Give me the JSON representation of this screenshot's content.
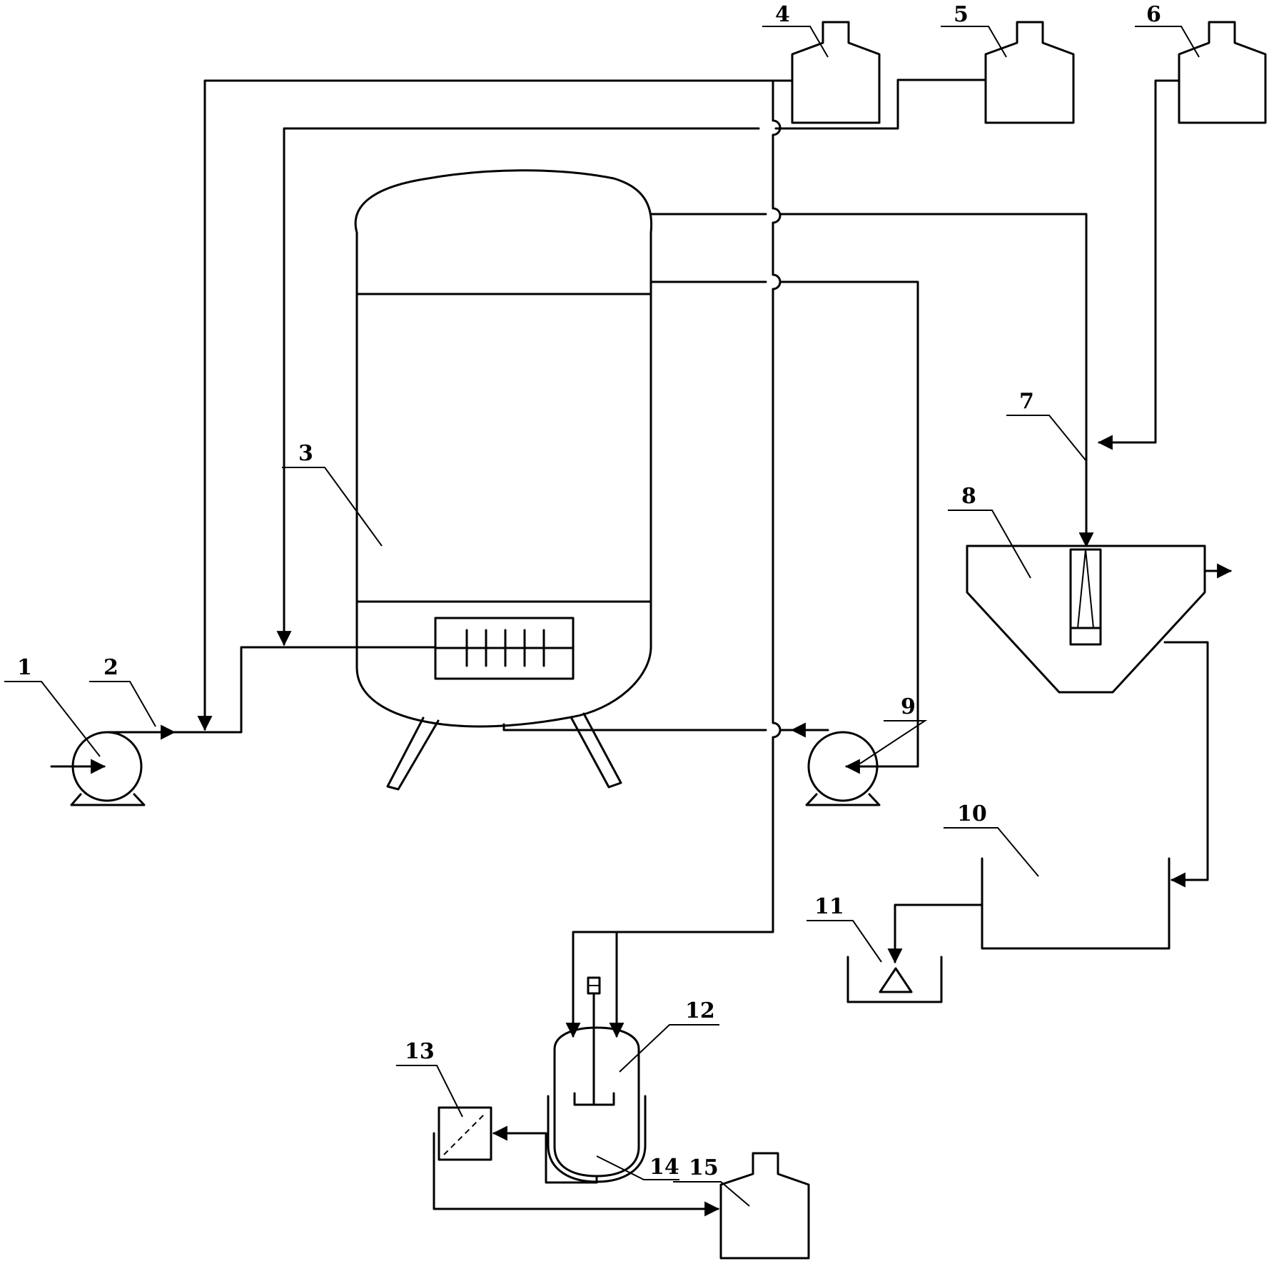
{
  "labels": {
    "l1": "1",
    "l2": "2",
    "l3": "3",
    "l4": "4",
    "l5": "5",
    "l6": "6",
    "l7": "7",
    "l8": "8",
    "l9": "9",
    "l10": "10",
    "l11": "11",
    "l12": "12",
    "l13": "13",
    "l14": "14",
    "l15": "15"
  },
  "icons": {
    "pump": "pump-icon",
    "bottle": "bottle-icon",
    "tank": "tank-icon",
    "arrow": "arrow-icon",
    "stirrer": "stirrer-icon",
    "filter": "filter-icon"
  }
}
